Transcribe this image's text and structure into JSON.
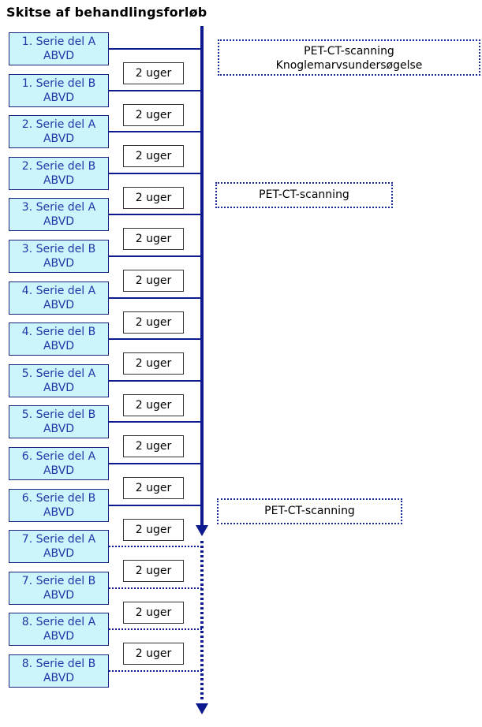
{
  "title": "Skitse af behandlingsforløb",
  "colors": {
    "line": "#0d1a8f",
    "series_fill": "#ccf5fb",
    "series_text": "#2038a8"
  },
  "series": [
    {
      "line1": "1. Serie del A",
      "line2": "ABVD"
    },
    {
      "line1": "1. Serie del B",
      "line2": "ABVD"
    },
    {
      "line1": "2. Serie del A",
      "line2": "ABVD"
    },
    {
      "line1": "2. Serie del B",
      "line2": "ABVD"
    },
    {
      "line1": "3. Serie del A",
      "line2": "ABVD"
    },
    {
      "line1": "3. Serie del B",
      "line2": "ABVD"
    },
    {
      "line1": "4. Serie del A",
      "line2": "ABVD"
    },
    {
      "line1": "4. Serie del B",
      "line2": "ABVD"
    },
    {
      "line1": "5. Serie del A",
      "line2": "ABVD"
    },
    {
      "line1": "5. Serie del B",
      "line2": "ABVD"
    },
    {
      "line1": "6. Serie del A",
      "line2": "ABVD"
    },
    {
      "line1": "6. Serie del B",
      "line2": "ABVD"
    },
    {
      "line1": "7. Serie del A",
      "line2": "ABVD"
    },
    {
      "line1": "7. Serie del B",
      "line2": "ABVD"
    },
    {
      "line1": "8. Serie del A",
      "line2": "ABVD"
    },
    {
      "line1": "8. Serie del B",
      "line2": "ABVD"
    }
  ],
  "interval_label": "2 uger",
  "notes": [
    {
      "line1": "PET-CT-scanning",
      "line2": "Knoglemarvsundersøgelse"
    },
    {
      "line1": "PET-CT-scanning",
      "line2": ""
    },
    {
      "line1": "PET-CT-scanning",
      "line2": ""
    }
  ]
}
